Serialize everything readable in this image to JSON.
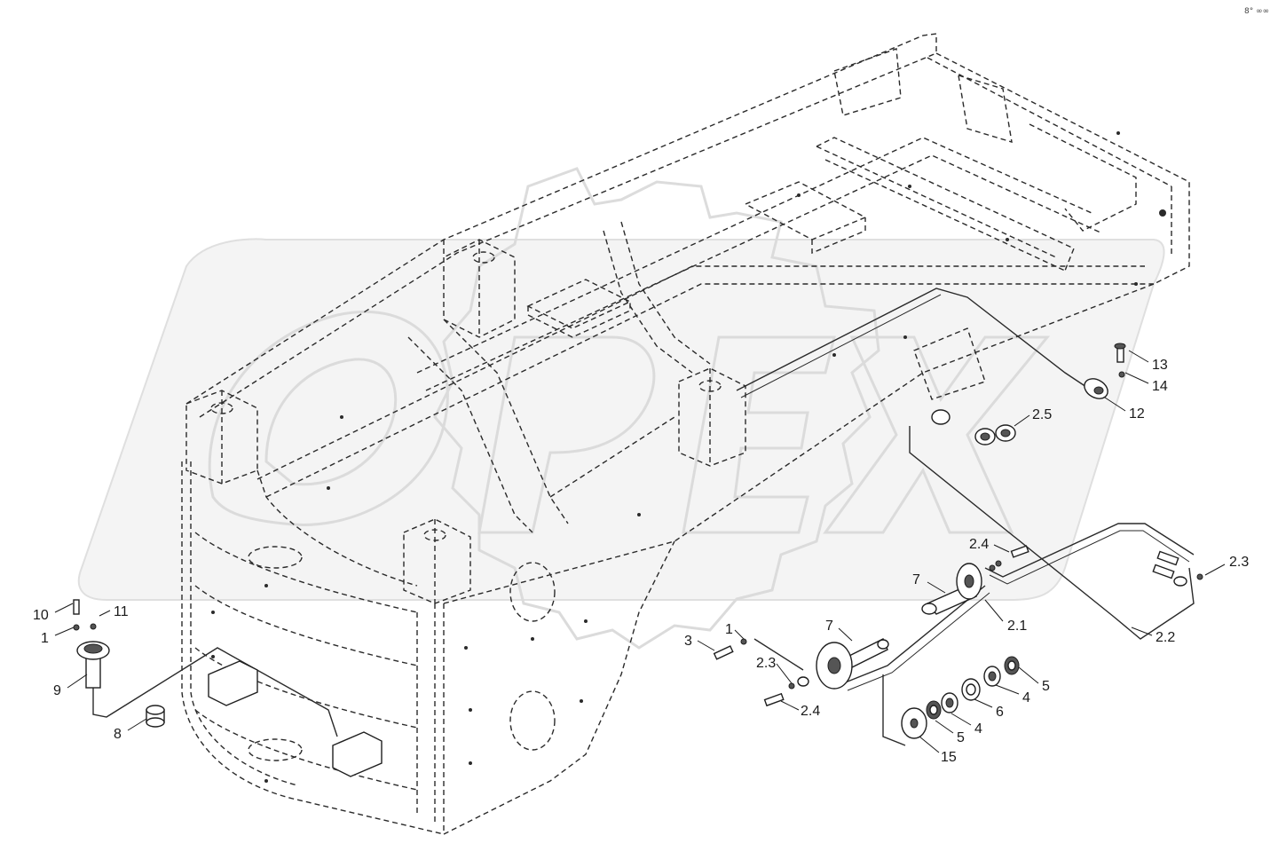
{
  "corner_mark": "8° ∞∞",
  "watermark_text": "OPEX",
  "callouts": [
    {
      "id": "c-13",
      "label": "13"
    },
    {
      "id": "c-14",
      "label": "14"
    },
    {
      "id": "c-12",
      "label": "12"
    },
    {
      "id": "c-2-5",
      "label": "2.5"
    },
    {
      "id": "c-2-4-top",
      "label": "2.4"
    },
    {
      "id": "c-2-3-right",
      "label": "2.3"
    },
    {
      "id": "c-7-top",
      "label": "7"
    },
    {
      "id": "c-2-1",
      "label": "2.1"
    },
    {
      "id": "c-2-2",
      "label": "2.2"
    },
    {
      "id": "c-7-mid",
      "label": "7"
    },
    {
      "id": "c-1-mid",
      "label": "1"
    },
    {
      "id": "c-3",
      "label": "3"
    },
    {
      "id": "c-2-3-mid",
      "label": "2.3"
    },
    {
      "id": "c-2-4-bottom",
      "label": "2.4"
    },
    {
      "id": "c-5-right",
      "label": "5"
    },
    {
      "id": "c-4-right",
      "label": "4"
    },
    {
      "id": "c-6",
      "label": "6"
    },
    {
      "id": "c-4-left",
      "label": "4"
    },
    {
      "id": "c-5-left",
      "label": "5"
    },
    {
      "id": "c-15",
      "label": "15"
    },
    {
      "id": "c-10",
      "label": "10"
    },
    {
      "id": "c-11",
      "label": "11"
    },
    {
      "id": "c-1-left",
      "label": "1"
    },
    {
      "id": "c-9",
      "label": "9"
    },
    {
      "id": "c-8",
      "label": "8"
    }
  ]
}
